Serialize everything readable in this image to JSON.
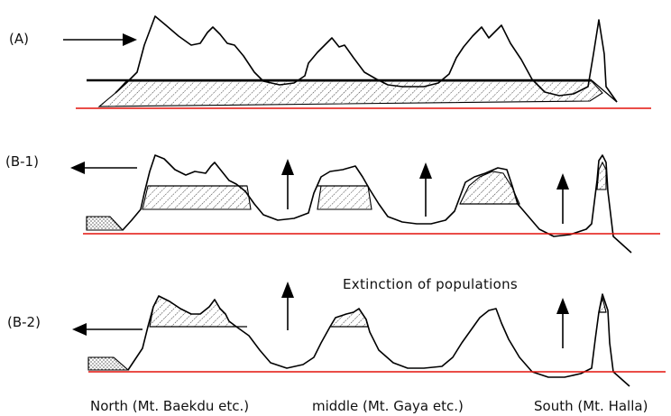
{
  "panels": {
    "a": {
      "label": "(A)"
    },
    "b1": {
      "label": "(B-1)"
    },
    "b2": {
      "label": "(B-2)"
    }
  },
  "caption": "Extinction of populations",
  "regions": {
    "north": "North (Mt. Baekdu etc.)",
    "middle": "middle (Mt. Gaya etc.)",
    "south": "South (Mt. Halla)"
  },
  "colors": {
    "baseline": "#e3120b",
    "line": "#000000"
  }
}
